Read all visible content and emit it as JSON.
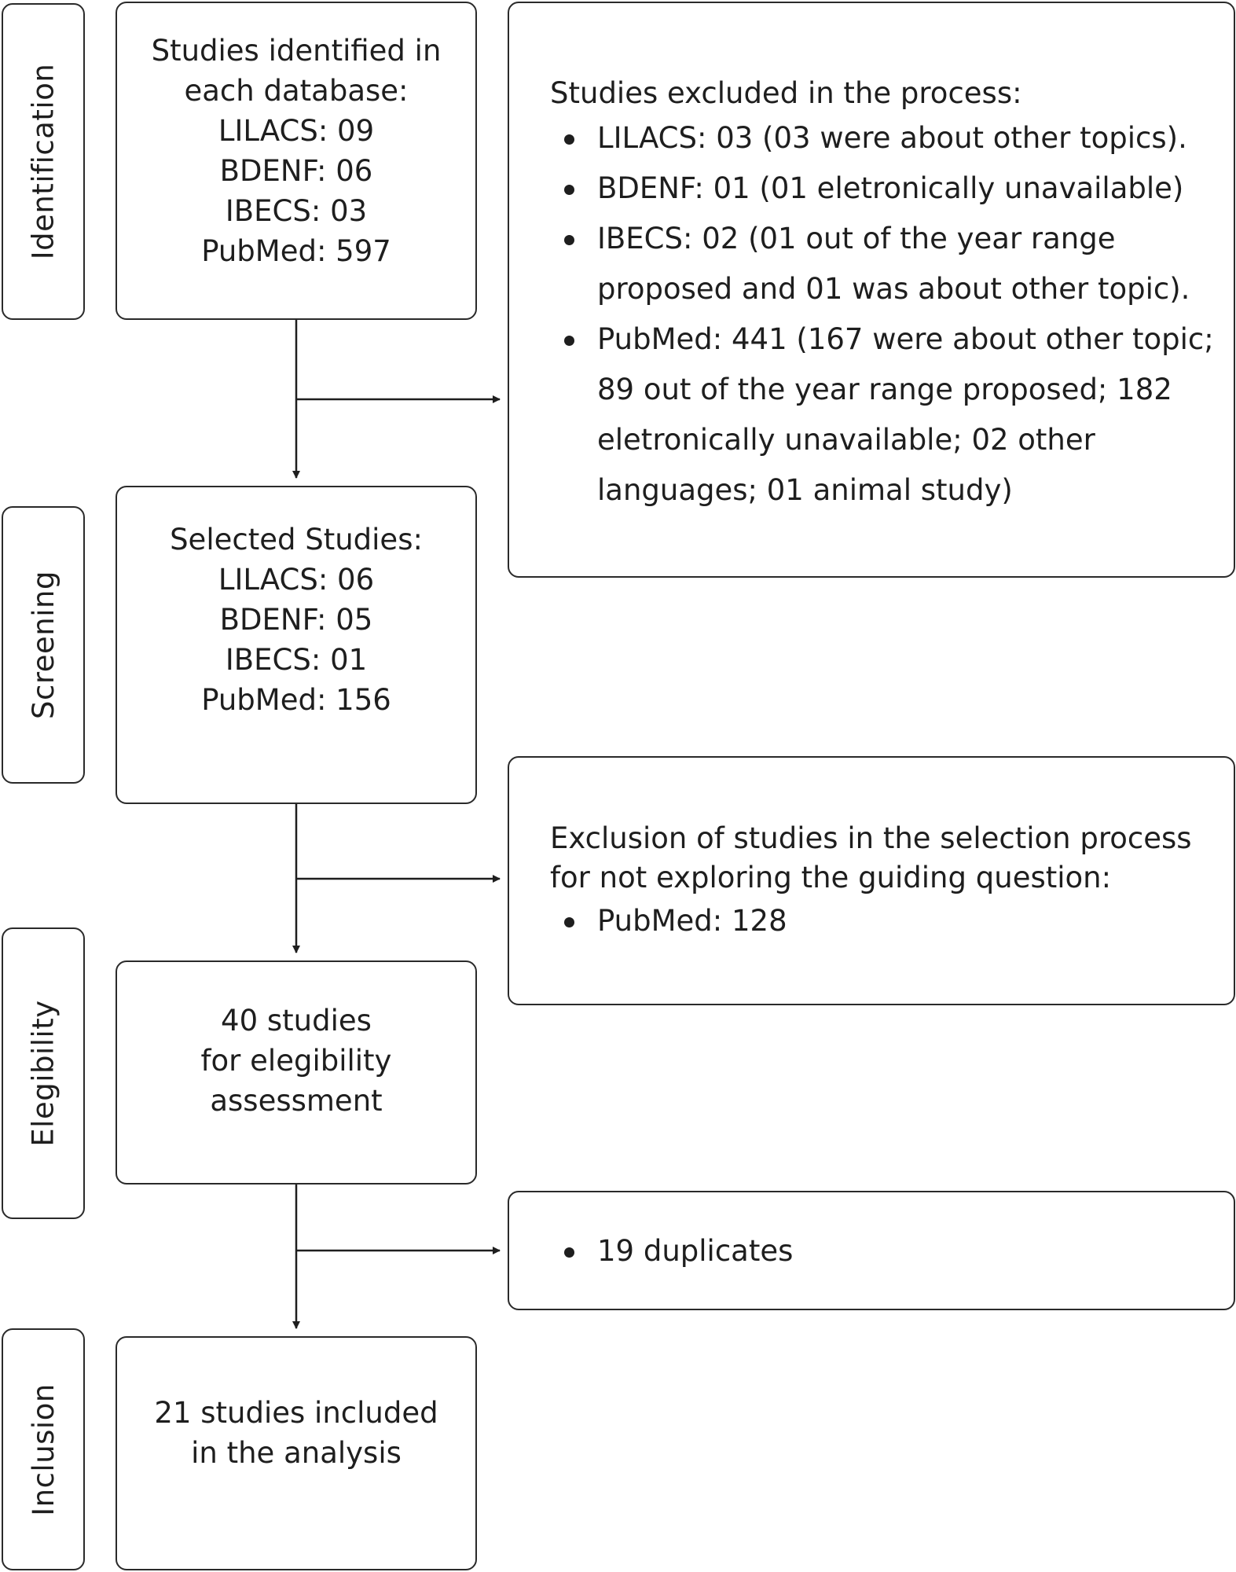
{
  "stages": {
    "identification": "Identification",
    "screening": "Screening",
    "elegibility": "Elegibility",
    "inclusion": "Inclusion"
  },
  "identification_box": {
    "lines": [
      "Studies identified in",
      "each database:",
      "LILACS: 09",
      "BDENF: 06",
      "IBECS: 03",
      "PubMed: 597"
    ]
  },
  "exclusion_box_1": {
    "heading": "Studies excluded in the process:",
    "items": [
      "LILACS: 03 (03 were about other topics).",
      "BDENF: 01 (01 eletronically unavailable)",
      "IBECS: 02 (01 out of the year range proposed and 01 was about other topic).",
      "PubMed: 441 (167 were about other topic; 89 out of the year range proposed; 182 eletronically unavailable; 02 other languages; 01 animal study)"
    ]
  },
  "screening_box": {
    "lines": [
      "Selected Studies:",
      "LILACS: 06",
      "BDENF: 05",
      "IBECS: 01",
      "PubMed: 156"
    ]
  },
  "exclusion_box_2": {
    "heading_lines": [
      "Exclusion of studies in the selection process",
      "for not exploring the guiding question:"
    ],
    "items": [
      "PubMed: 128"
    ]
  },
  "elegibility_box": {
    "lines": [
      "40 studies",
      "for elegibility",
      "assessment"
    ]
  },
  "exclusion_box_3": {
    "items": [
      "19 duplicates"
    ]
  },
  "inclusion_box": {
    "lines": [
      "21 studies included",
      "in the analysis"
    ]
  }
}
